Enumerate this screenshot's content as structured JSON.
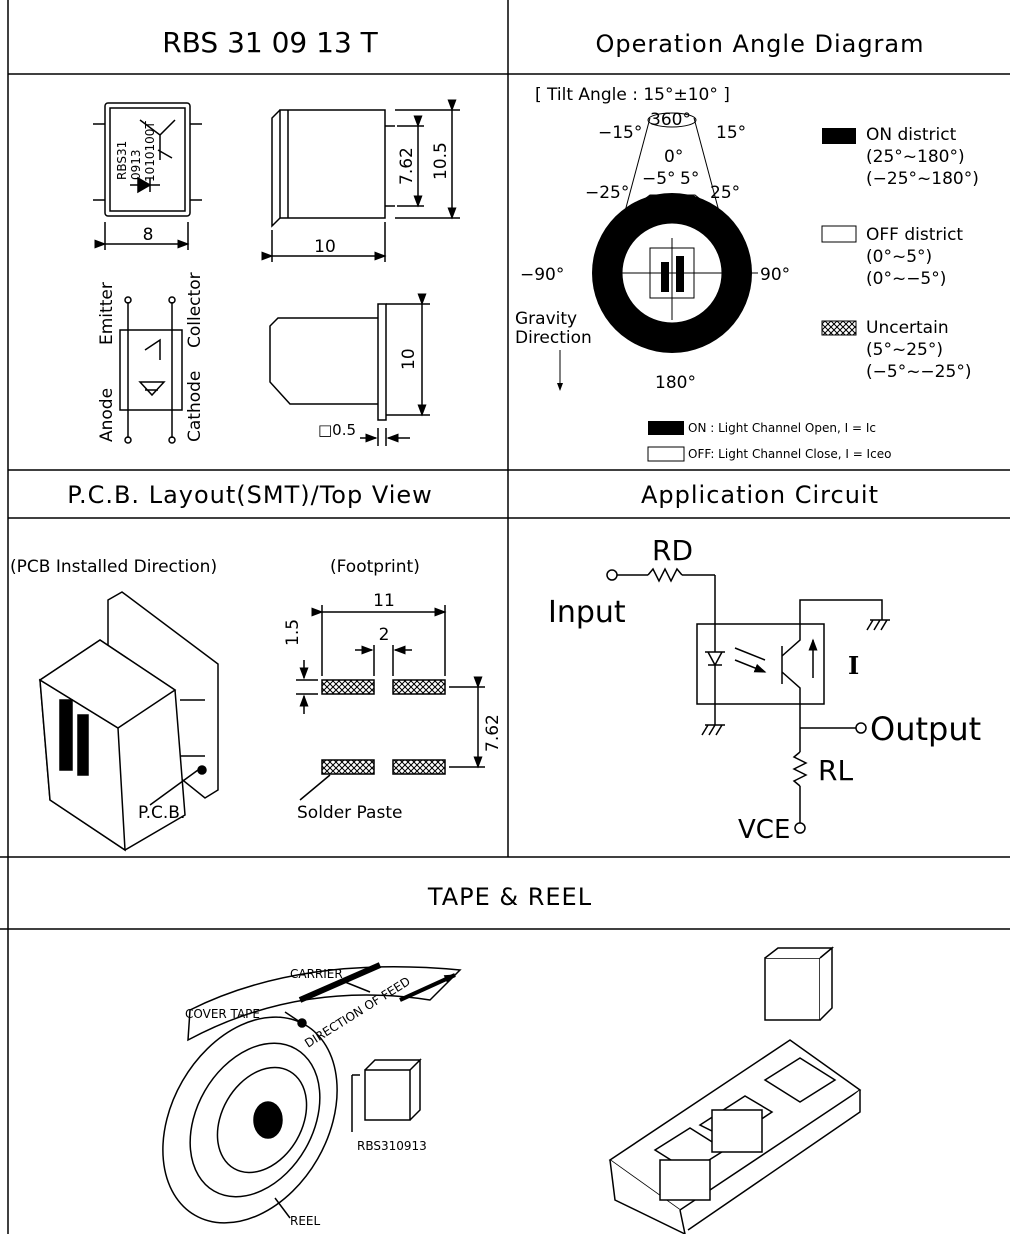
{
  "title": "RBS 31 09 13 T",
  "sections": {
    "angle": "Operation Angle Diagram",
    "pcb": "P.C.B. Layout(SMT)/Top View",
    "app": "Application Circuit",
    "tape": "TAPE & REEL"
  },
  "dims": {
    "width": "8",
    "height1": "7.62",
    "height2": "10.5",
    "len": "10",
    "side": "10",
    "thick": "□0.5"
  },
  "pins": {
    "emitter": "Emitter",
    "collector": "Collector",
    "anode": "Anode",
    "cathode": "Cathode"
  },
  "chip_marks": {
    "line1": "RBS31",
    "line2": "0913",
    "line3": "1010100T"
  },
  "angle": {
    "tilt": "[  Tilt Angle : 15°±10° ]",
    "a360": "360°",
    "a0": "0°",
    "am15": "−15°",
    "ap15": "15°",
    "am5": "−5°",
    "ap5": "5°",
    "am25": "−25°",
    "ap25": "25°",
    "am90": "−90°",
    "ap90": "90°",
    "a180": "180°",
    "gravity": "Gravity",
    "direction": "Direction",
    "on": "ON district",
    "on_r1": "(25°~180°)",
    "on_r2": "(−25°~180°)",
    "off": "OFF district",
    "off_r1": "(0°~5°)",
    "off_r2": "(0°~−5°)",
    "unc": "Uncertain",
    "unc_r1": "(5°~25°)",
    "unc_r2": "(−5°~−25°)",
    "legend_on": "ON : Light Channel Open, I = Ic",
    "legend_off": "OFF: Light Channel Close, I = Iceo"
  },
  "pcb": {
    "installed": "(PCB Installed Direction)",
    "footprint": "(Footprint)",
    "d11": "11",
    "d2": "2",
    "d15": "1.5",
    "d762": "7.62",
    "pcb_label": "P.C.B.",
    "solder": "Solder Paste"
  },
  "circuit": {
    "rd": "RD",
    "input": "Input",
    "output": "Output",
    "rl": "RL",
    "vce": "VCE",
    "current": "I"
  },
  "tape_labels": {
    "carrier": "CARRIER",
    "cover": "COVER TAPE",
    "feed": "DIRECTION OF FEED",
    "part": "RBS310913",
    "reel": "REEL"
  }
}
